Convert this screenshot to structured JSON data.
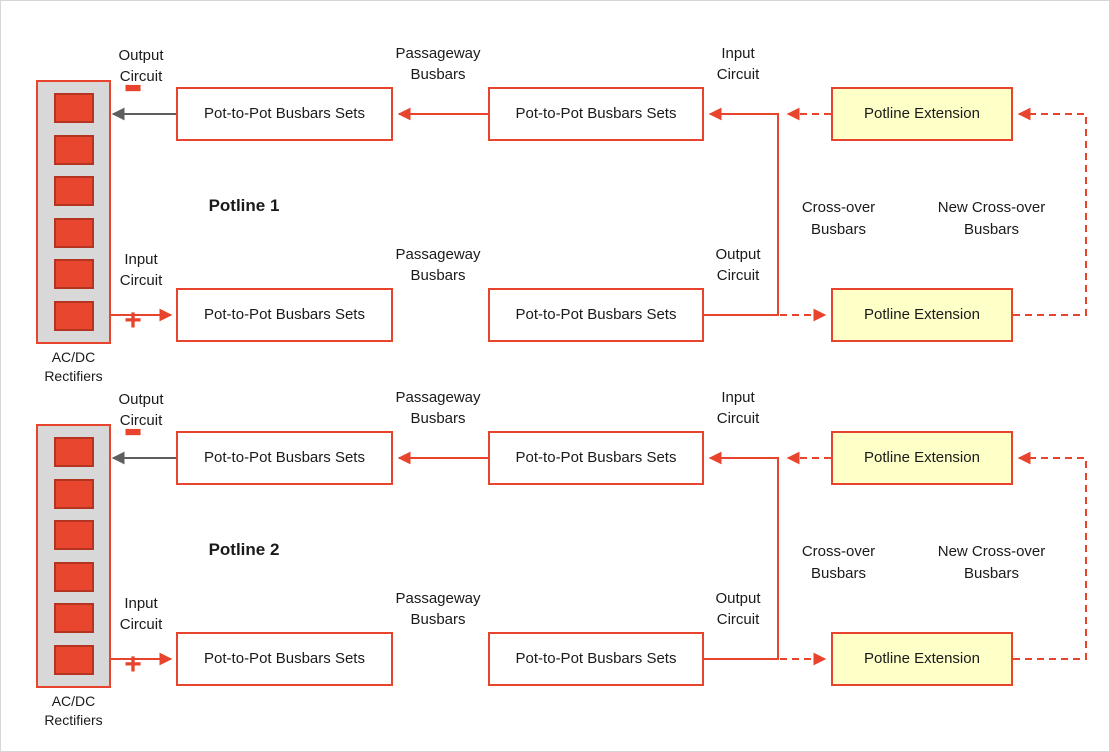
{
  "diagram": {
    "potlines": [
      {
        "title": "Potline 1"
      },
      {
        "title": "Potline 2"
      }
    ],
    "labels": {
      "output": "Output",
      "input": "Input",
      "circuit": "Circuit",
      "passageway": "Passageway",
      "busbars": "Busbars",
      "crossover": "Cross-over",
      "new_crossover": "New Cross-over",
      "pot_to_pot_box": "Pot-to-Pot Busbars Sets",
      "potline_extension_box": "Potline Extension",
      "rectifier_line1": "AC/DC",
      "rectifier_line2": "Rectifiers",
      "plus": "+",
      "minus": "−"
    },
    "colors": {
      "red": "#E8432C",
      "gray_line": "#5E5E5E",
      "extension_fill": "#FFFFC8",
      "rectifier_fill": "#D8D8D8",
      "cell_fill": "#E8462F",
      "cell_border": "#B5341F",
      "text": "#1A1A1A"
    }
  }
}
